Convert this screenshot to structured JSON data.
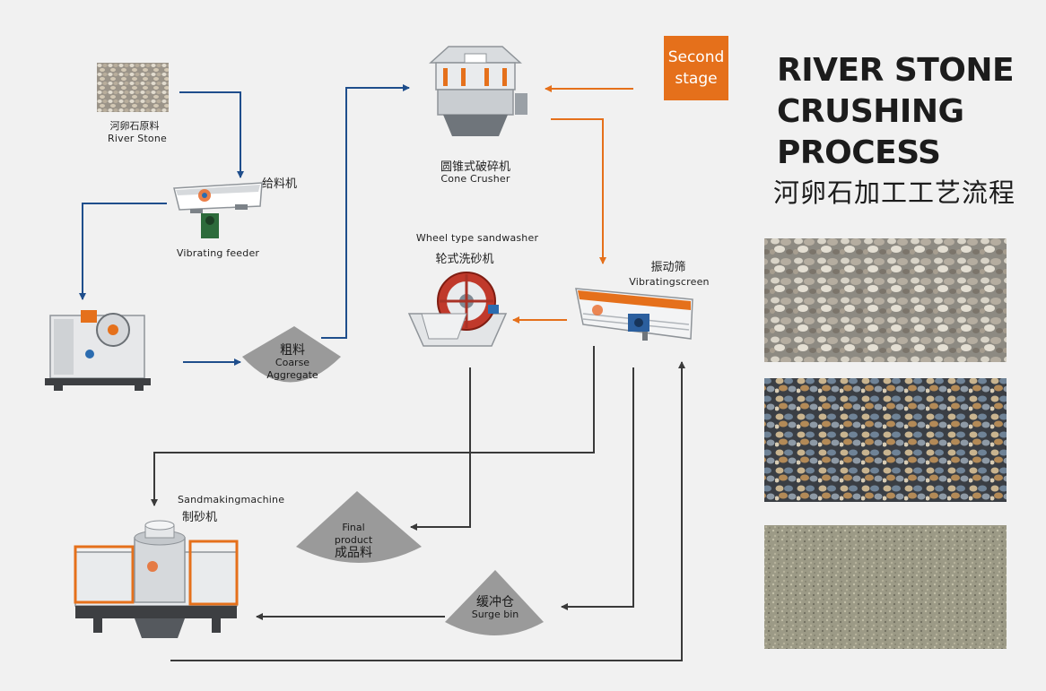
{
  "title": {
    "line1": "RIVER STONE",
    "line2": "CRUSHING",
    "line3": "PROCESS",
    "chinese": "河卵石加工工艺流程"
  },
  "stage_label": {
    "line1": "Second",
    "line2": "stage"
  },
  "nodes": {
    "river_stone": {
      "cn": "河卵石原料",
      "en": "River Stone"
    },
    "feeder": {
      "cn": "给料机",
      "en": "Vibrating feeder"
    },
    "cone_crusher": {
      "cn": "圆锥式破碎机",
      "en": "Cone Crusher"
    },
    "sand_washer": {
      "en": "Wheel type sandwasher",
      "cn": "轮式洗砂机"
    },
    "vibrating_screen": {
      "cn": "振动筛",
      "en": "Vibratingscreen"
    },
    "sand_making": {
      "en": "Sandmakingmachine",
      "cn": "制砂机"
    },
    "coarse_aggregate": {
      "cn": "粗料",
      "en1": "Coarse",
      "en2": "Aggregate"
    },
    "final_product": {
      "en1": "Final",
      "en2": "product",
      "cn": "成品料"
    },
    "surge_bin": {
      "cn": "缓冲仓",
      "en": "Surge bin"
    }
  },
  "colors": {
    "background": "#f1f1f1",
    "blue_arrow": "#1f4e8c",
    "orange_arrow": "#e5701b",
    "dark_arrow": "#3a3a3a",
    "pile_gray": "#9a9a9a",
    "stage_box": "#e5701b"
  },
  "icons": [
    "river-stone-photo",
    "vibrating-feeder-icon",
    "jaw-crusher-icon",
    "cone-crusher-icon",
    "sand-washer-icon",
    "vibrating-screen-icon",
    "sand-making-machine-icon"
  ]
}
